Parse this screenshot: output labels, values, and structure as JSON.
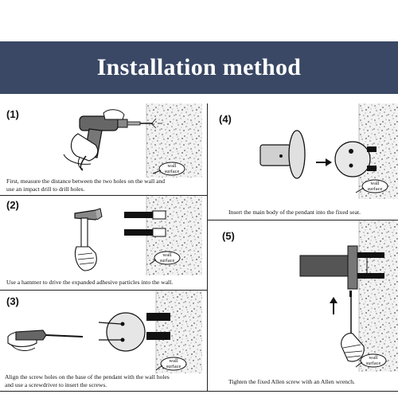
{
  "header": {
    "title": "Installation method"
  },
  "colors": {
    "banner": "#3a4865",
    "banner_text": "#ffffff",
    "ink": "#111111"
  },
  "wall_label_lines": [
    "wall",
    "surface"
  ],
  "steps": [
    {
      "number": "(1)",
      "caption_lines": [
        "First, measure the distance between the two holes on the wall and",
        "use an impact drill to drill holes."
      ],
      "icon": "drill-icon"
    },
    {
      "number": "(2)",
      "caption_lines": [
        "Use a hammer to drive the expanded adhesive particles into the wall."
      ],
      "icon": "hammer-icon"
    },
    {
      "number": "(3)",
      "caption_lines": [
        "Align the screw holes on the base of the pendant with the wall holes",
        "and use a screwdriver to insert the screws."
      ],
      "icon": "screwdriver-icon"
    },
    {
      "number": "(4)",
      "caption_lines": [
        "Insert the main body of the pendant into the fixed seat."
      ],
      "icon": "pendant-icon"
    },
    {
      "number": "(5)",
      "caption_lines": [
        "Tighten the fixed Allen screw with an Allen wrench."
      ],
      "icon": "allen-wrench-icon"
    }
  ]
}
